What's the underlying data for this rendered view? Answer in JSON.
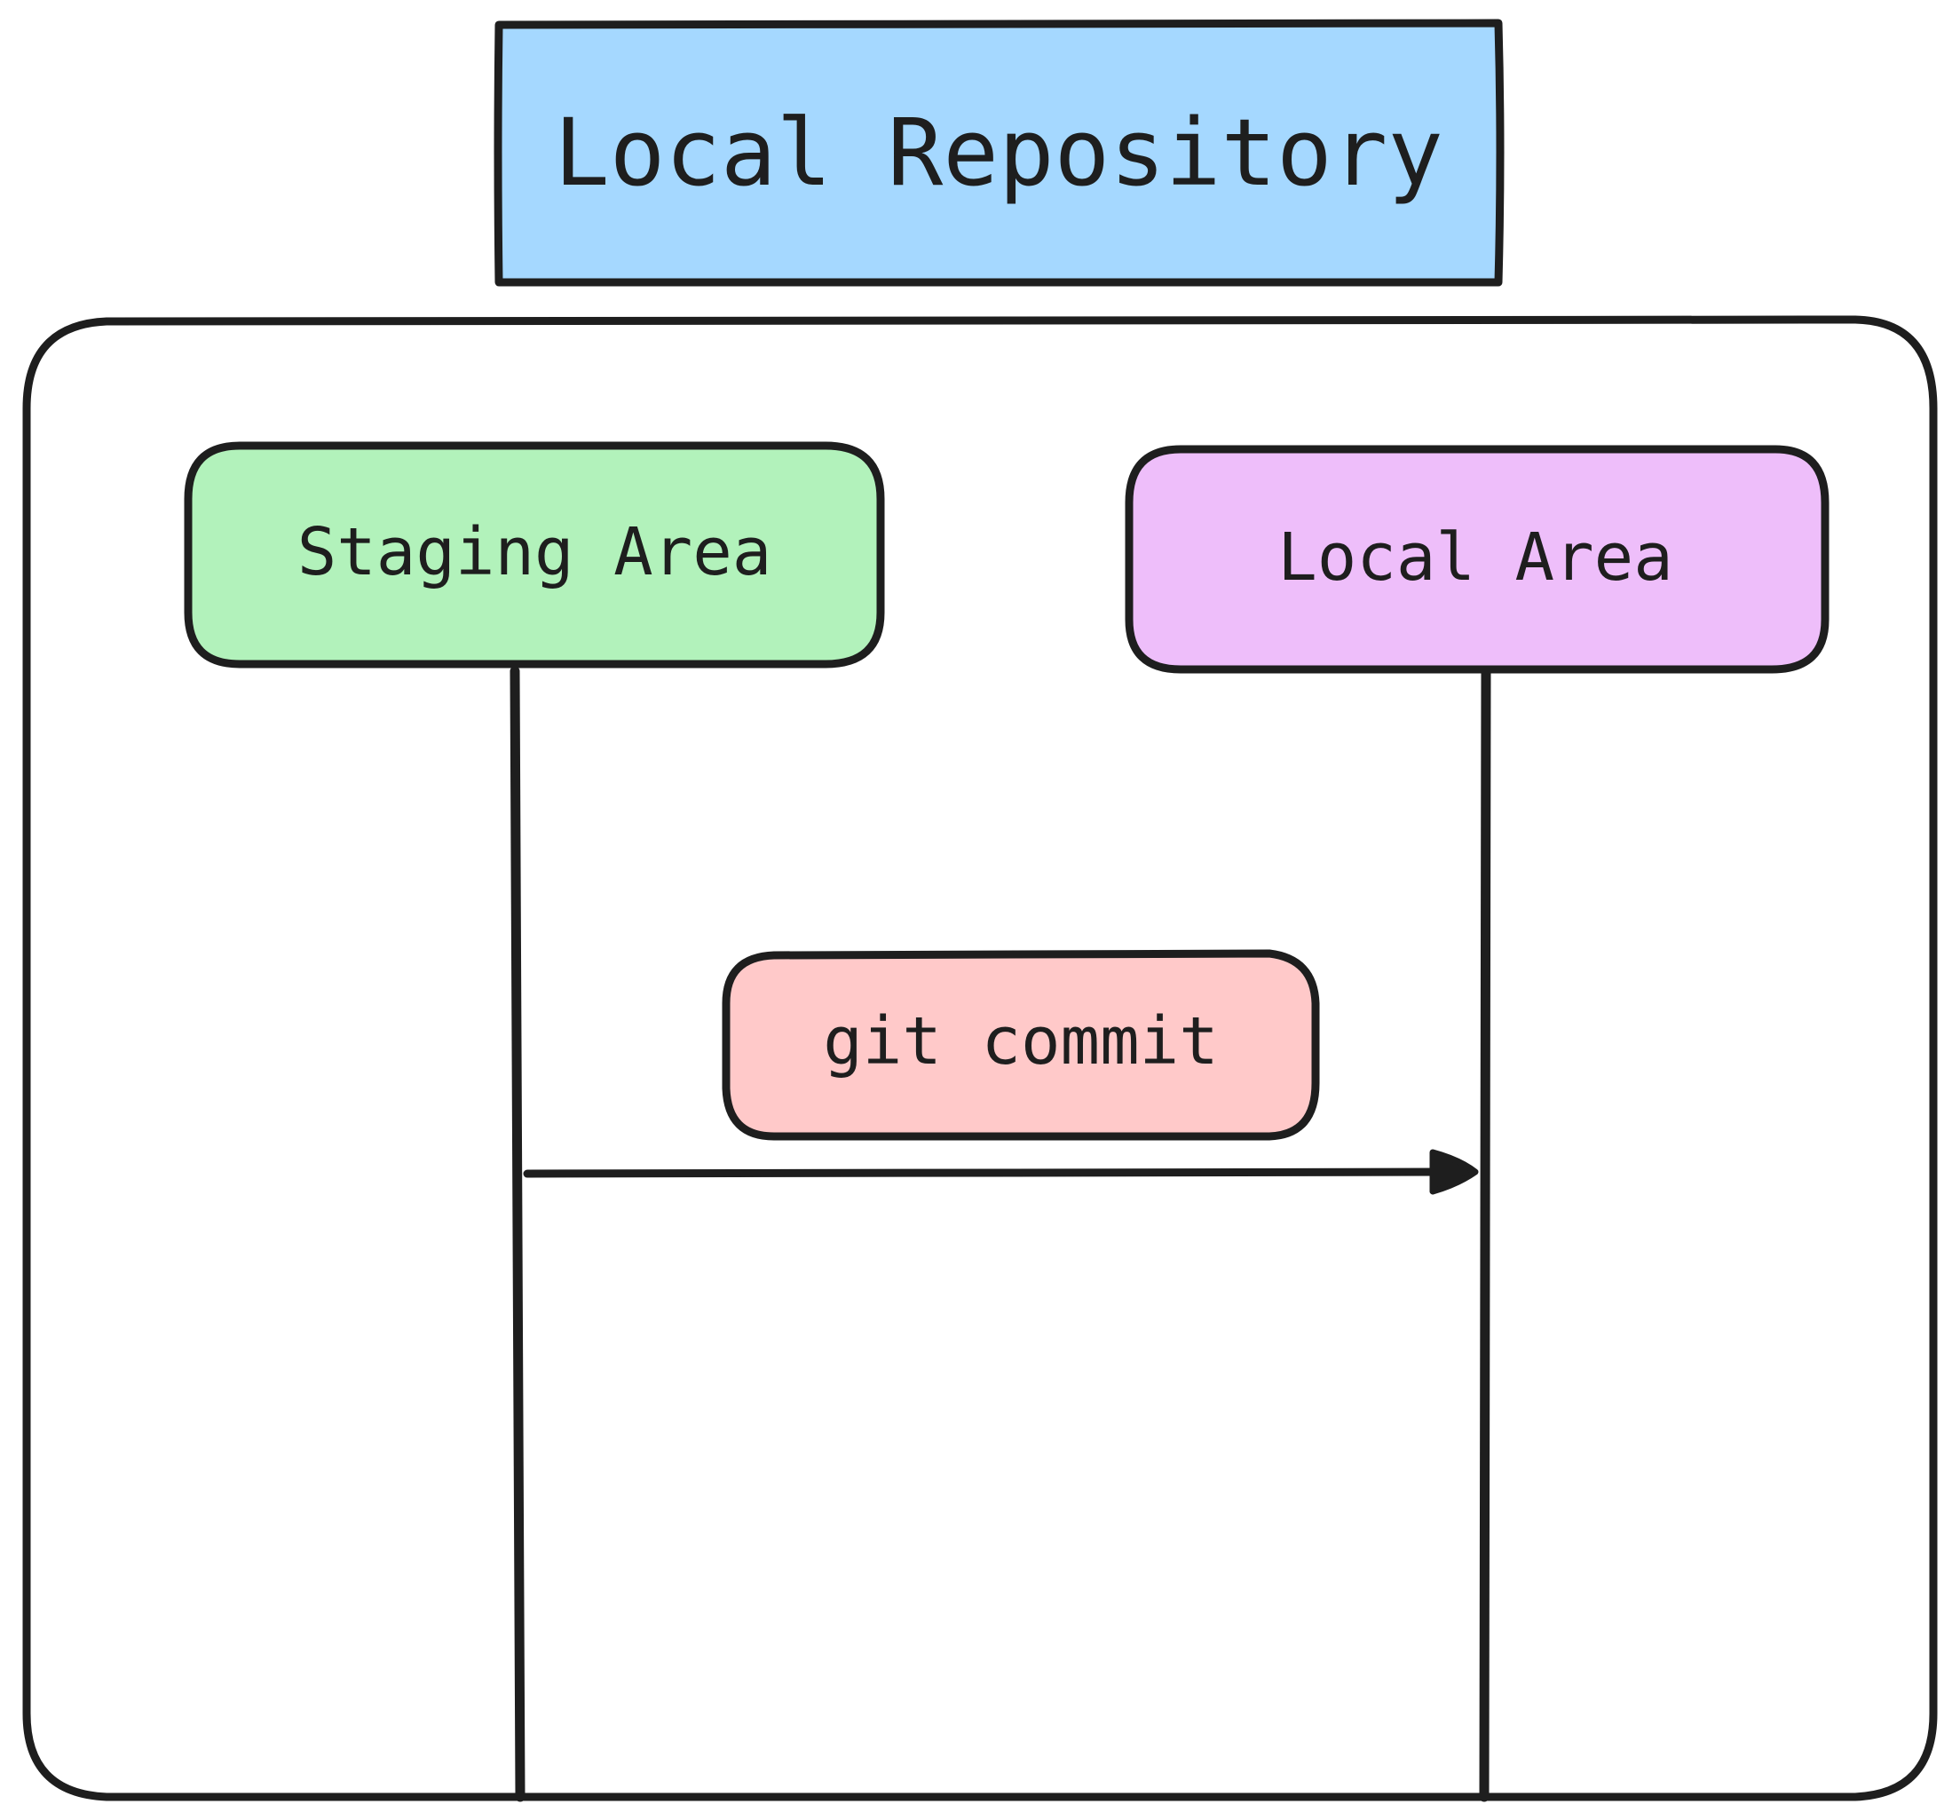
{
  "title": {
    "label": "Local Repository",
    "fill": "#a5d8ff"
  },
  "boxes": {
    "staging": {
      "label": "Staging Area",
      "fill": "#b2f2bb"
    },
    "local": {
      "label": "Local Area",
      "fill": "#eebefa"
    },
    "action": {
      "label": "git commit",
      "fill": "#ffc9c9"
    }
  },
  "colors": {
    "stroke": "#1e1e1e",
    "background": "#ffffff"
  }
}
